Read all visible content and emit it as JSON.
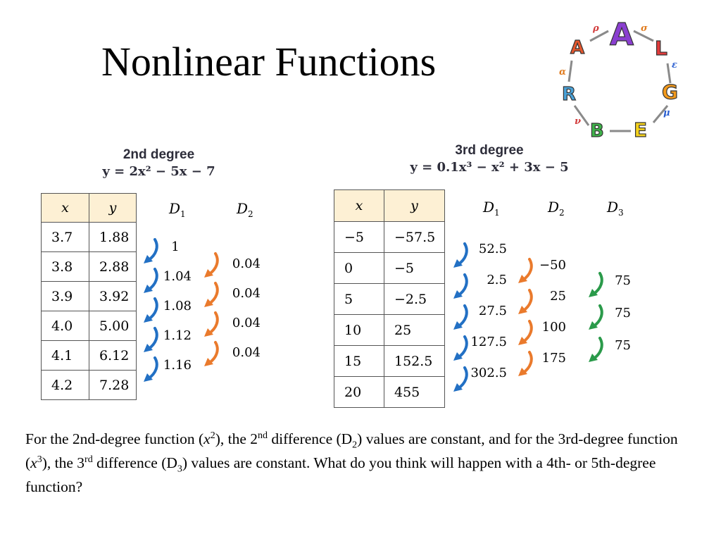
{
  "title": "Nonlinear Functions",
  "logo": {
    "letters": [
      "A",
      "L",
      "G",
      "E",
      "B",
      "R",
      "A"
    ],
    "greek": [
      "ρ",
      "σ",
      "ε",
      "μ",
      "ν",
      "α"
    ]
  },
  "left": {
    "heading": "2nd degree",
    "equation": "y = 2x² − 5x − 7",
    "headers": [
      "x",
      "y"
    ],
    "rows": [
      [
        "3.7",
        "1.88"
      ],
      [
        "3.8",
        "2.88"
      ],
      [
        "3.9",
        "3.92"
      ],
      [
        "4.0",
        "5.00"
      ],
      [
        "4.1",
        "6.12"
      ],
      [
        "4.2",
        "7.28"
      ]
    ],
    "d1_label": "D",
    "d1_sub": "1",
    "d2_label": "D",
    "d2_sub": "2",
    "d1": [
      "1",
      "1.04",
      "1.08",
      "1.12",
      "1.16"
    ],
    "d2": [
      "0.04",
      "0.04",
      "0.04",
      "0.04"
    ]
  },
  "right": {
    "heading": "3rd degree",
    "equation": "y = 0.1x³ − x² + 3x − 5",
    "headers": [
      "x",
      "y"
    ],
    "rows": [
      [
        "−5",
        "−57.5"
      ],
      [
        "0",
        "−5"
      ],
      [
        "5",
        "−2.5"
      ],
      [
        "10",
        "25"
      ],
      [
        "15",
        "152.5"
      ],
      [
        "20",
        "455"
      ]
    ],
    "d1_label": "D",
    "d1_sub": "1",
    "d2_label": "D",
    "d2_sub": "2",
    "d3_label": "D",
    "d3_sub": "3",
    "d1": [
      "52.5",
      "2.5",
      "27.5",
      "127.5",
      "302.5"
    ],
    "d2": [
      "−50",
      "25",
      "100",
      "175"
    ],
    "d3": [
      "75",
      "75",
      "75"
    ]
  },
  "paragraph": {
    "p1": "For the 2nd-degree function (",
    "v1": "x",
    "e1": "2",
    "p2": "), the 2",
    "s1": "nd",
    "p3": " difference (D",
    "b1": "2",
    "p4": ") values are constant, and for the 3rd-degree function (",
    "v2": "x",
    "e2": "3",
    "p5": "), the 3",
    "s2": "rd",
    "p6": " difference (D",
    "b2": "3",
    "p7": ") values are constant. What do you think will happen with a 4th- or 5th-degree function?"
  },
  "colors": {
    "blue": "#2270c4",
    "orange": "#ea7a2c",
    "green": "#2a9a4a",
    "header_fill": "#fdf0d4"
  }
}
